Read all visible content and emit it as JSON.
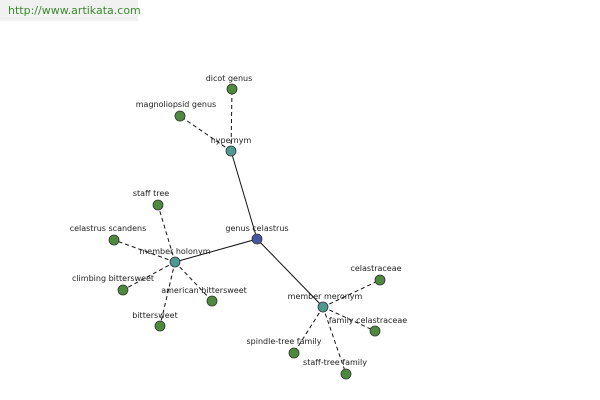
{
  "header": {
    "url_text": "http://www.artikata.com"
  },
  "colors": {
    "center_node": "#4a55a0",
    "relation_node": "#4f9a8f",
    "leaf_node": "#4d8a3e",
    "link": "#3b8a2e"
  },
  "graph": {
    "nodes": [
      {
        "id": "genus-celastrus",
        "label": "genus celastrus",
        "kind": "center"
      },
      {
        "id": "hypernym",
        "label": "hypernym",
        "kind": "relation"
      },
      {
        "id": "member-holonym",
        "label": "member holonym",
        "kind": "relation"
      },
      {
        "id": "member-meronym",
        "label": "member meronym",
        "kind": "relation"
      },
      {
        "id": "dicot-genus",
        "label": "dicot genus",
        "kind": "leaf"
      },
      {
        "id": "magnoliopsid-genus",
        "label": "magnoliopsid genus",
        "kind": "leaf"
      },
      {
        "id": "staff-tree",
        "label": "staff tree",
        "kind": "leaf"
      },
      {
        "id": "celastrus-scandens",
        "label": "celastrus scandens",
        "kind": "leaf"
      },
      {
        "id": "climbing-bittersweet",
        "label": "climbing bittersweet",
        "kind": "leaf"
      },
      {
        "id": "american-bittersweet",
        "label": "american bittersweet",
        "kind": "leaf"
      },
      {
        "id": "bittersweet",
        "label": "bittersweet",
        "kind": "leaf"
      },
      {
        "id": "celastraceae",
        "label": "celastraceae",
        "kind": "leaf"
      },
      {
        "id": "family-celastraceae",
        "label": "family celastraceae",
        "kind": "leaf"
      },
      {
        "id": "spindle-tree-family",
        "label": "spindle-tree family",
        "kind": "leaf"
      },
      {
        "id": "staff-tree-family",
        "label": "staff-tree family",
        "kind": "leaf"
      }
    ],
    "edges": [
      {
        "from": "genus-celastrus",
        "to": "hypernym",
        "style": "solid"
      },
      {
        "from": "genus-celastrus",
        "to": "member-holonym",
        "style": "solid"
      },
      {
        "from": "genus-celastrus",
        "to": "member-meronym",
        "style": "solid"
      },
      {
        "from": "hypernym",
        "to": "dicot-genus",
        "style": "dashed"
      },
      {
        "from": "hypernym",
        "to": "magnoliopsid-genus",
        "style": "dashed"
      },
      {
        "from": "member-holonym",
        "to": "staff-tree",
        "style": "dashed"
      },
      {
        "from": "member-holonym",
        "to": "celastrus-scandens",
        "style": "dashed"
      },
      {
        "from": "member-holonym",
        "to": "climbing-bittersweet",
        "style": "dashed"
      },
      {
        "from": "member-holonym",
        "to": "american-bittersweet",
        "style": "dashed"
      },
      {
        "from": "member-holonym",
        "to": "bittersweet",
        "style": "dashed"
      },
      {
        "from": "member-meronym",
        "to": "celastraceae",
        "style": "dashed"
      },
      {
        "from": "member-meronym",
        "to": "family-celastraceae",
        "style": "dashed"
      },
      {
        "from": "member-meronym",
        "to": "spindle-tree-family",
        "style": "dashed"
      },
      {
        "from": "member-meronym",
        "to": "staff-tree-family",
        "style": "dashed"
      }
    ]
  }
}
